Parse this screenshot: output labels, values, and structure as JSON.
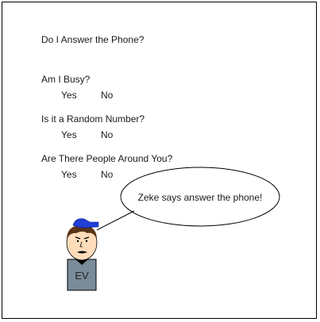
{
  "title": "Do I Answer the Phone?",
  "questions": [
    {
      "text": "Am I Busy?",
      "yes": "Yes",
      "no": "No"
    },
    {
      "text": "Is it a Random Number?",
      "yes": "Yes",
      "no": "No"
    },
    {
      "text": "Are There People Around You?",
      "yes": "Yes",
      "no": "No"
    }
  ],
  "speech_bubble": "Zeke says answer the phone!",
  "character": {
    "badge": "EV",
    "cap_color": "#1f3fd6",
    "body_color": "#7a8b99",
    "skin_color": "#ffddbb",
    "hair_color": "#5a3318"
  }
}
